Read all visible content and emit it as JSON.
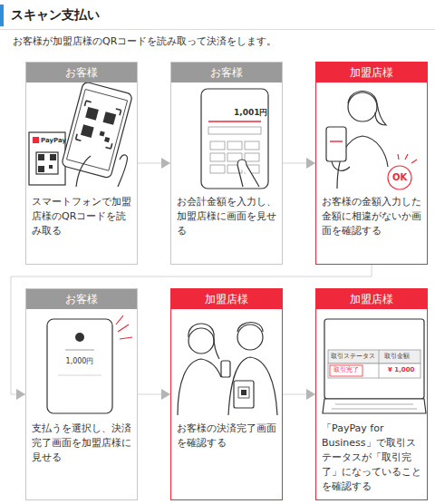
{
  "diagram": {
    "title": "スキャン支払い",
    "nodes": [
      {
        "text": [
          "お客様",
          "スマートフォンで加盟店様のQRコードを読み取る"
        ]
      },
      {
        "text": [
          "お客様",
          "お会計金額を入力し、加盟店様に画面を見せる"
        ]
      },
      {
        "text": [
          "加盟店様",
          "お客様の金額入力した金額に相違がないか画面を確認する"
        ]
      },
      {
        "text": [
          "お客様",
          "支払うを選択し、決済完了画面を加盟店様に見せる"
        ]
      },
      {
        "text": [
          "加盟店様",
          "お客様の決済完了画面を確認する"
        ]
      },
      {
        "text": [
          "加盟店様",
          "「PayPay for Business」で取引ステータスが「取引完了」になっていることを確認する"
        ]
      }
    ],
    "edges": [
      {
        "from": 0,
        "to": 1,
        "arrow": "to"
      },
      {
        "from": 1,
        "to": 2,
        "arrow": "to"
      },
      {
        "from": 2,
        "to": 3,
        "arrow": "to"
      },
      {
        "from": 3,
        "to": 4,
        "arrow": "to"
      },
      {
        "from": 4,
        "to": 5,
        "arrow": "to"
      }
    ],
    "labels": [
      "お客様が加盟店様のQRコードを読み取って決済をします。",
      "PayPay",
      "1,001円",
      "OK",
      "1,000円",
      "取引ステータス",
      "取引金額",
      "取引完了",
      "¥ 1,000"
    ]
  }
}
